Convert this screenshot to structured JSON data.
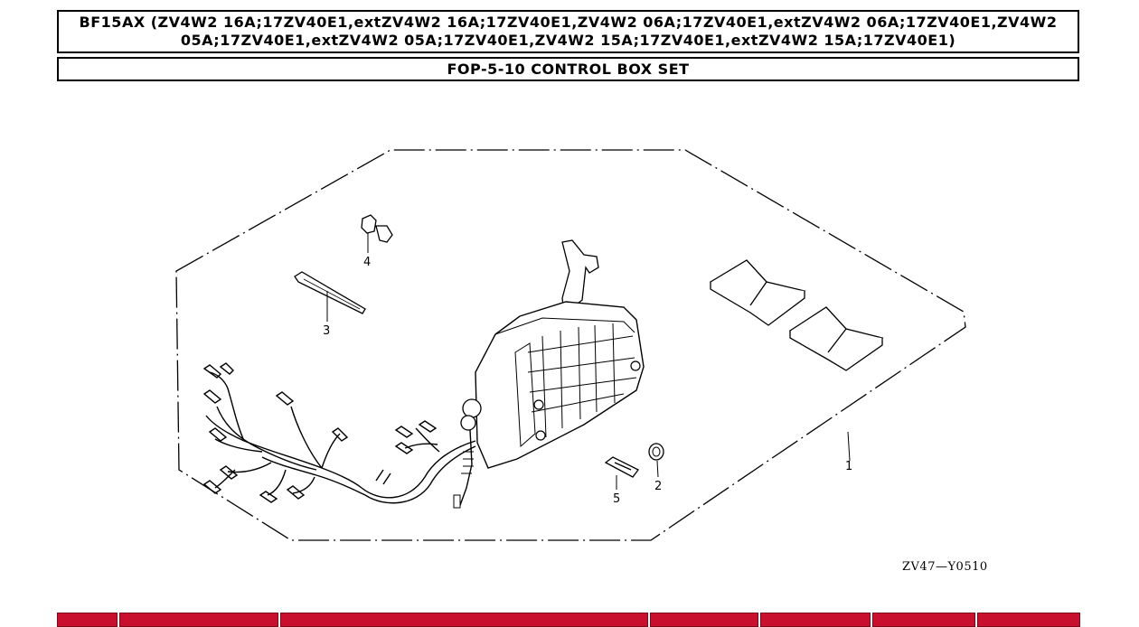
{
  "header": {
    "model_line": "BF15AX (ZV4W2 16A;17ZV40E1,extZV4W2 16A;17ZV40E1,ZV4W2 06A;17ZV40E1,extZV4W2 06A;17ZV40E1,ZV4W2 05A;17ZV40E1,extZV4W2 05A;17ZV40E1,ZV4W2 15A;17ZV40E1,extZV4W2 15A;17ZV40E1)",
    "section_title": "FOP-5-10 CONTROL BOX SET"
  },
  "diagram": {
    "callouts": [
      "1",
      "2",
      "3",
      "4",
      "5"
    ],
    "figure_code": "ZV47—Y0510"
  },
  "table_header": {
    "accent_color": "#c8102e",
    "columns": 7
  }
}
